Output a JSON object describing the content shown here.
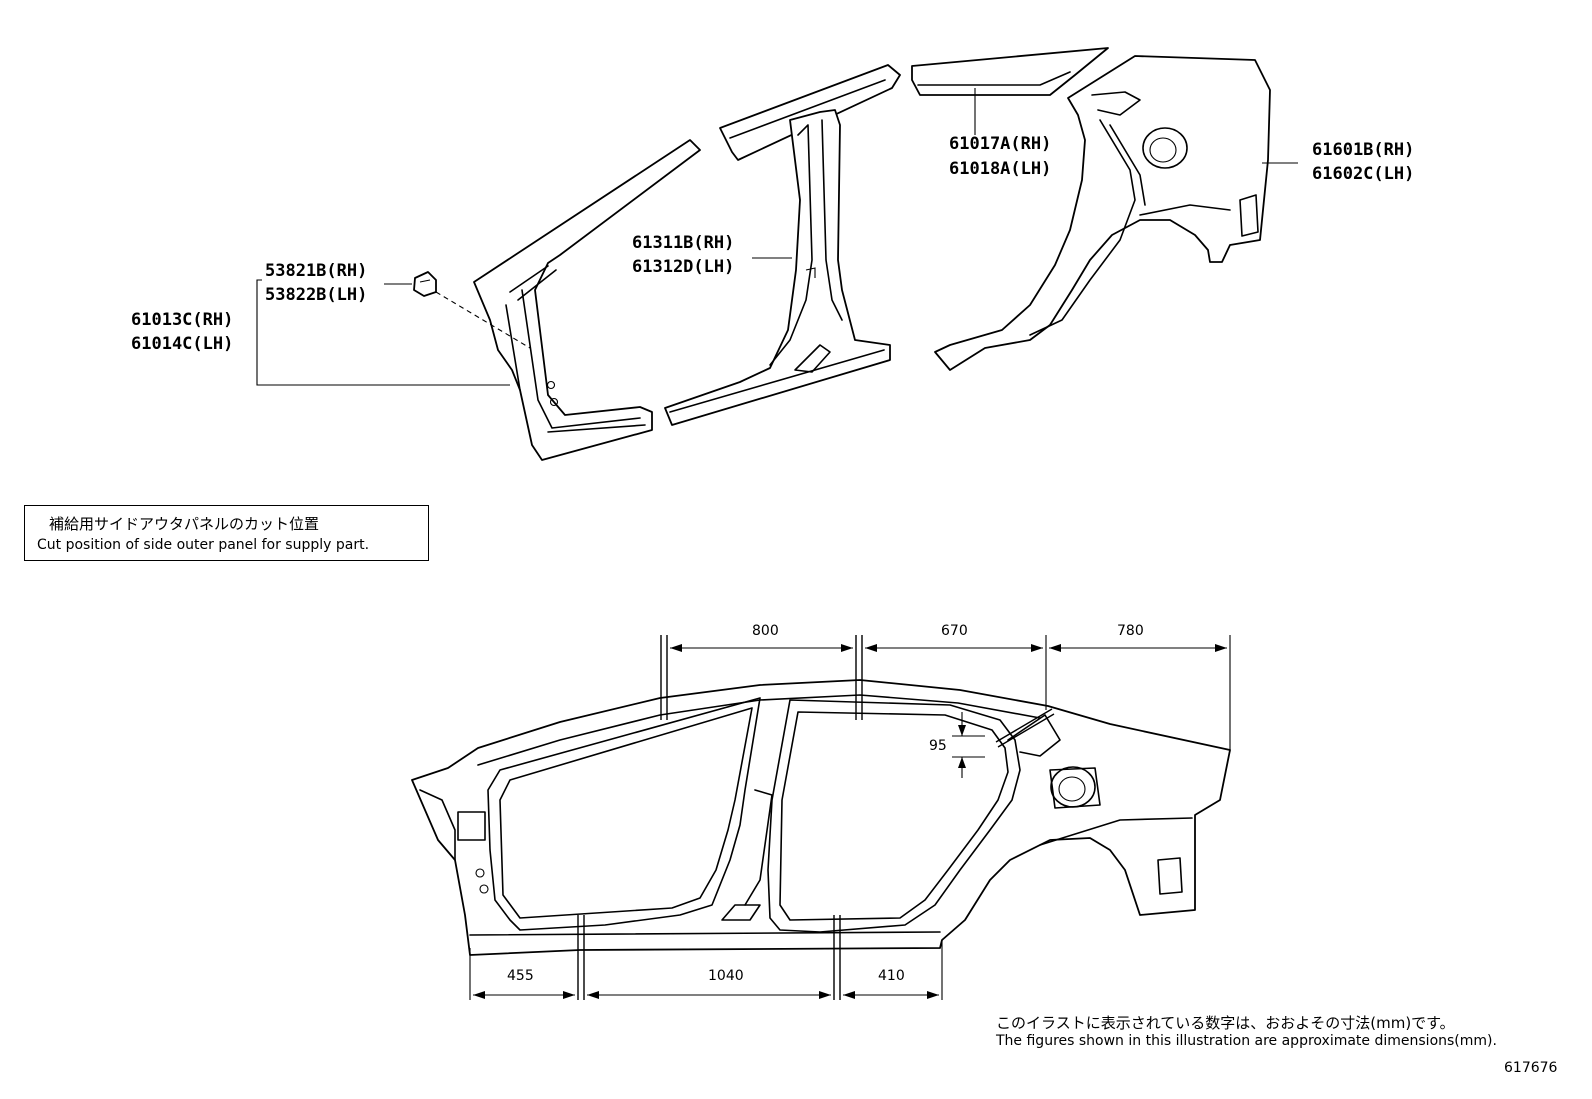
{
  "parts": [
    {
      "id": "p1",
      "rh": "61017A(RH)",
      "lh": "61018A(LH)"
    },
    {
      "id": "p2",
      "rh": "61601B(RH)",
      "lh": "61602C(LH)"
    },
    {
      "id": "p3",
      "rh": "61311B(RH)",
      "lh": "61312D(LH)"
    },
    {
      "id": "p4",
      "rh": "53821B(RH)",
      "lh": "53822B(LH)"
    },
    {
      "id": "p5",
      "rh": "61013C(RH)",
      "lh": "61014C(LH)"
    }
  ],
  "callout": {
    "jp": "補給用サイドアウタパネルのカット位置",
    "en": "Cut position of side outer panel for supply part."
  },
  "dimensions": {
    "top": [
      "800",
      "670",
      "780"
    ],
    "bottom": [
      "455",
      "1040",
      "410"
    ],
    "side": "95"
  },
  "footnote": {
    "jp": "このイラストに表示されている数字は、おおよその寸法(mm)です。",
    "en": "The figures shown in this illustration are approximate dimensions(mm)."
  },
  "figure_id": "617676"
}
